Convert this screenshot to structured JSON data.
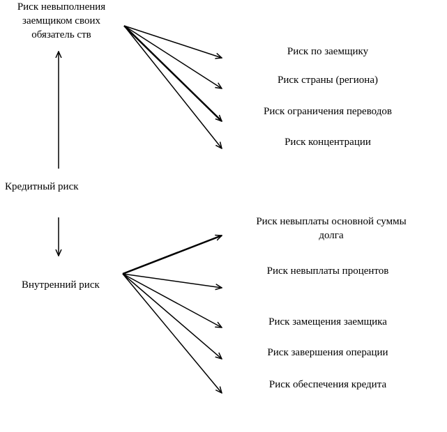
{
  "diagram": {
    "top_node": {
      "line1": "Риск невыполнения",
      "line2": "заемщиком своих",
      "line3": "обязатель ств"
    },
    "center_node": {
      "label": "Кредитный риск"
    },
    "bottom_node": {
      "label": "Внутренний риск"
    },
    "external_risks": [
      {
        "label": "Риск по заемщику"
      },
      {
        "label": "Риск страны (региона)"
      },
      {
        "label": "Риск ограничения переводов"
      },
      {
        "label": "Риск концентрации"
      }
    ],
    "internal_risks": [
      {
        "line1": "Риск невыплаты основной суммы",
        "line2": "долга"
      },
      {
        "label": "Риск невыплаты процентов"
      },
      {
        "label": "Риск замещения заемщика"
      },
      {
        "label": "Риск завершения операции"
      },
      {
        "label": "Риск обеспечения кредита"
      }
    ]
  }
}
